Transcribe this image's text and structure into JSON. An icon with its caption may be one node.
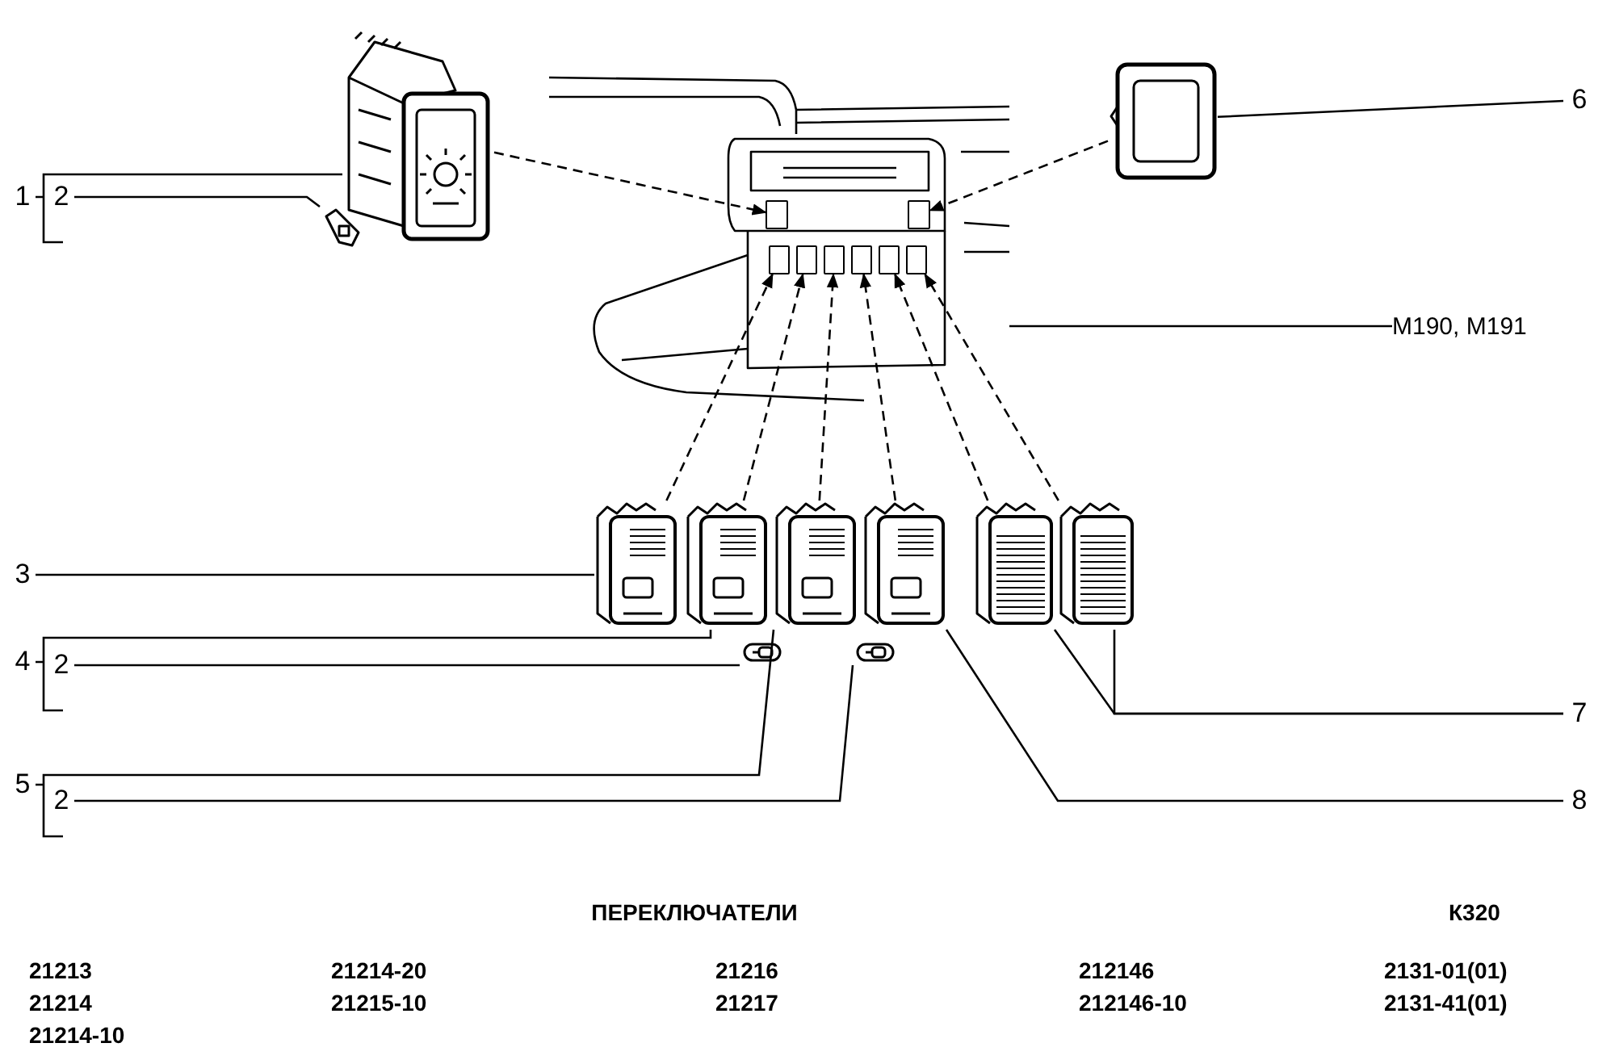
{
  "diagram": {
    "title": "ПЕРЕКЛЮЧАТЕЛИ",
    "nodes": [
      {
        "text": [
          "1"
        ]
      },
      {
        "text": [
          "2"
        ]
      },
      {
        "text": [
          "6"
        ]
      },
      {
        "text": [
          "M190, M191"
        ]
      },
      {
        "text": [
          "3"
        ]
      },
      {
        "text": [
          "4"
        ]
      },
      {
        "text": [
          "2"
        ]
      },
      {
        "text": [
          "5"
        ]
      },
      {
        "text": [
          "2"
        ]
      },
      {
        "text": [
          "7"
        ]
      },
      {
        "text": [
          "8"
        ]
      },
      {
        "text": [],
        "shape": "picture"
      },
      {
        "text": [],
        "shape": "picture"
      },
      {
        "text": [],
        "shape": "picture"
      },
      {
        "text": [],
        "shape": "picture"
      },
      {
        "text": [],
        "shape": "box",
        "in": 14
      },
      {
        "text": [],
        "shape": "box",
        "in": 14
      },
      {
        "text": [],
        "shape": "box",
        "in": 14
      },
      {
        "text": [],
        "shape": "box",
        "in": 14
      },
      {
        "text": [],
        "shape": "box",
        "in": 14
      },
      {
        "text": [],
        "shape": "box",
        "in": 14
      },
      {
        "text": [],
        "shape": "box",
        "in": 14
      },
      {
        "text": [],
        "shape": "box",
        "in": 14
      },
      {
        "text": [],
        "shape": "picture"
      },
      {
        "text": [],
        "shape": "picture"
      },
      {
        "text": [],
        "shape": "picture"
      },
      {
        "text": [],
        "shape": "picture"
      },
      {
        "text": [],
        "shape": "picture"
      },
      {
        "text": [],
        "shape": "picture"
      },
      {
        "text": [],
        "shape": "picture"
      },
      {
        "text": [],
        "shape": "picture"
      }
    ],
    "edges": [
      {
        "from": 0,
        "to": 11,
        "arrow": "none"
      },
      {
        "from": 1,
        "to": 12,
        "arrow": "none"
      },
      {
        "from": 2,
        "to": 13,
        "arrow": "none"
      },
      {
        "from": 3,
        "to": 14,
        "arrow": "none"
      },
      {
        "from": 4,
        "to": 23,
        "arrow": "none"
      },
      {
        "from": 5,
        "to": 24,
        "arrow": "none"
      },
      {
        "from": 6,
        "to": 29,
        "arrow": "none"
      },
      {
        "from": 7,
        "to": 25,
        "arrow": "none"
      },
      {
        "from": 8,
        "to": 30,
        "arrow": "none"
      },
      {
        "from": 9,
        "to": 27,
        "arrow": "none"
      },
      {
        "from": 9,
        "to": 28,
        "arrow": "none"
      },
      {
        "from": 10,
        "to": 26,
        "arrow": "none"
      },
      {
        "from": 11,
        "to": 15,
        "arrow": "to",
        "style": "dashed"
      },
      {
        "from": 13,
        "to": 16,
        "arrow": "to",
        "style": "dashed"
      },
      {
        "from": 23,
        "to": 17,
        "arrow": "to",
        "style": "dashed"
      },
      {
        "from": 24,
        "to": 18,
        "arrow": "to",
        "style": "dashed"
      },
      {
        "from": 25,
        "to": 19,
        "arrow": "to",
        "style": "dashed"
      },
      {
        "from": 26,
        "to": 20,
        "arrow": "to",
        "style": "dashed"
      },
      {
        "from": 27,
        "to": 21,
        "arrow": "to",
        "style": "dashed"
      },
      {
        "from": 28,
        "to": 22,
        "arrow": "to",
        "style": "dashed"
      }
    ],
    "labels": [
      "К320",
      "21213",
      "21214-20",
      "21216",
      "212146",
      "2131-01(01)",
      "21214",
      "21215-10",
      "21217",
      "212146-10",
      "2131-41(01)",
      "21214-10"
    ]
  }
}
